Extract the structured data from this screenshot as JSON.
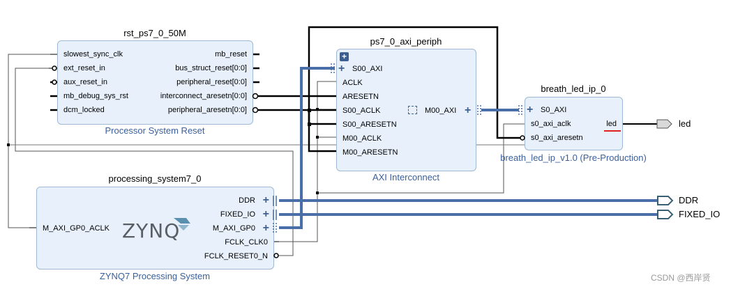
{
  "blocks": {
    "reset": {
      "title": "rst_ps7_0_50M",
      "subtitle": "Processor System Reset",
      "left_pins": [
        "slowest_sync_clk",
        "ext_reset_in",
        "aux_reset_in",
        "mb_debug_sys_rst",
        "dcm_locked"
      ],
      "right_pins": [
        "mb_reset",
        "bus_struct_reset[0:0]",
        "peripheral_reset[0:0]",
        "interconnect_aresetn[0:0]",
        "peripheral_aresetn[0:0]"
      ]
    },
    "interconnect": {
      "title": "ps7_0_axi_periph",
      "subtitle": "AXI Interconnect",
      "left_pins": [
        "S00_AXI",
        "ACLK",
        "ARESETN",
        "S00_ACLK",
        "S00_ARESETN",
        "M00_ACLK",
        "M00_ARESETN"
      ],
      "right_pins": [
        "M00_AXI"
      ]
    },
    "breath": {
      "title": "breath_led_ip_0",
      "subtitle": "breath_led_ip_v1.0 (Pre-Production)",
      "left_pins": [
        "S0_AXI",
        "s0_axi_aclk",
        "s0_axi_aresetn"
      ],
      "right_pins": [
        "led"
      ]
    },
    "ps": {
      "title": "processing_system7_0",
      "subtitle": "ZYNQ7 Processing System",
      "logo": "ZYNQ",
      "left_pins": [
        "M_AXI_GP0_ACLK"
      ],
      "right_pins": [
        "DDR",
        "FIXED_IO",
        "M_AXI_GP0",
        "FCLK_CLK0",
        "FCLK_RESET0_N"
      ]
    }
  },
  "ports": [
    "led",
    "DDR",
    "FIXED_IO"
  ],
  "watermark": "CSDN @西岸贤",
  "colors": {
    "block_fill": "#e8f1fb",
    "block_border": "#9fb8d3",
    "bus": "#4a6ea8",
    "net": "#000000",
    "thin_net": "#5a5a5a",
    "subtitle": "#3a5f9b",
    "port_fill": "#d9d9d9",
    "highlight": "#e02020"
  }
}
